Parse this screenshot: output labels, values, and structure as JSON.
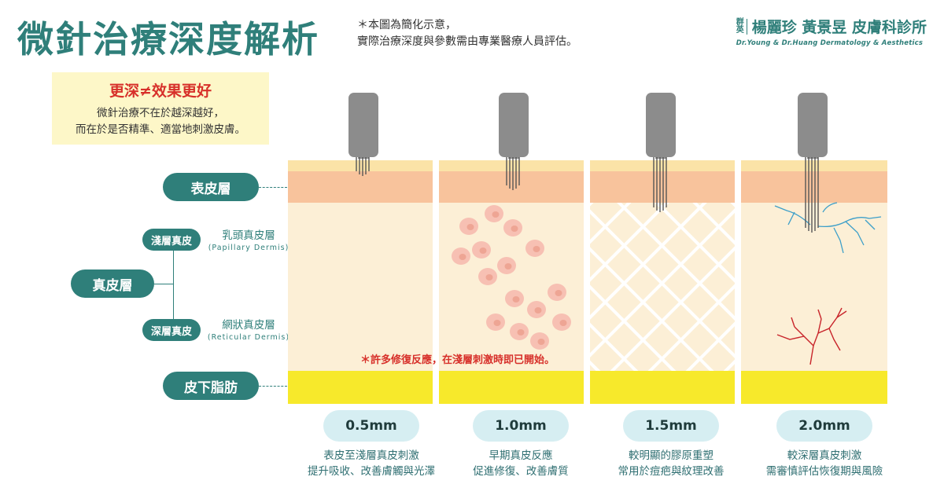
{
  "header": {
    "title": "微針治療深度解析",
    "note_line1": "＊本圖為簡化示意，",
    "note_line2": "實際治療深度與參數需由專業醫療人員評估。"
  },
  "brand": {
    "badge": "群英",
    "name": "楊麗珍 黃景昱 皮膚科診所",
    "subtitle": "Dr.Young & Dr.Huang  Dermatology & Aesthetics"
  },
  "callout": {
    "headline": "更深≠效果更好",
    "line1": "微針治療不在於越深越好，",
    "line2": "而在於是否精準、適當地刺激皮膚。"
  },
  "layers": {
    "epidermis": "表皮層",
    "dermis": "真皮層",
    "shallow_dermis": "淺層真皮",
    "deep_dermis": "深層真皮",
    "papillary_zh": "乳頭真皮層",
    "papillary_en": "(Papillary Dermis)",
    "reticular_zh": "網狀真皮層",
    "reticular_en": "(Reticular Dermis)",
    "subcutaneous": "皮下脂肪"
  },
  "annotation": "＊許多修復反應，在淺層刺激時即已開始。",
  "depths": [
    {
      "mm": "0.5mm",
      "line1": "表皮至淺層真皮刺激",
      "line2": "提升吸收、改善膚觸與光澤"
    },
    {
      "mm": "1.0mm",
      "line1": "早期真皮反應",
      "line2": "促進修復、改善膚質"
    },
    {
      "mm": "1.5mm",
      "line1": "較明顯的膠原重塑",
      "line2": "常用於痘疤與紋理改善"
    },
    {
      "mm": "2.0mm",
      "line1": "較深層真皮刺激",
      "line2": "需審慎評估恢復期與風險"
    }
  ],
  "colors": {
    "brand_teal": "#2f7f7a",
    "alert_red": "#d7302a",
    "stratum_top": "#fbe3a7",
    "epidermis": "#f8c39c",
    "dermis": "#fcefd6",
    "fat": "#f7e92b",
    "depth_pill": "#d6eef2"
  }
}
